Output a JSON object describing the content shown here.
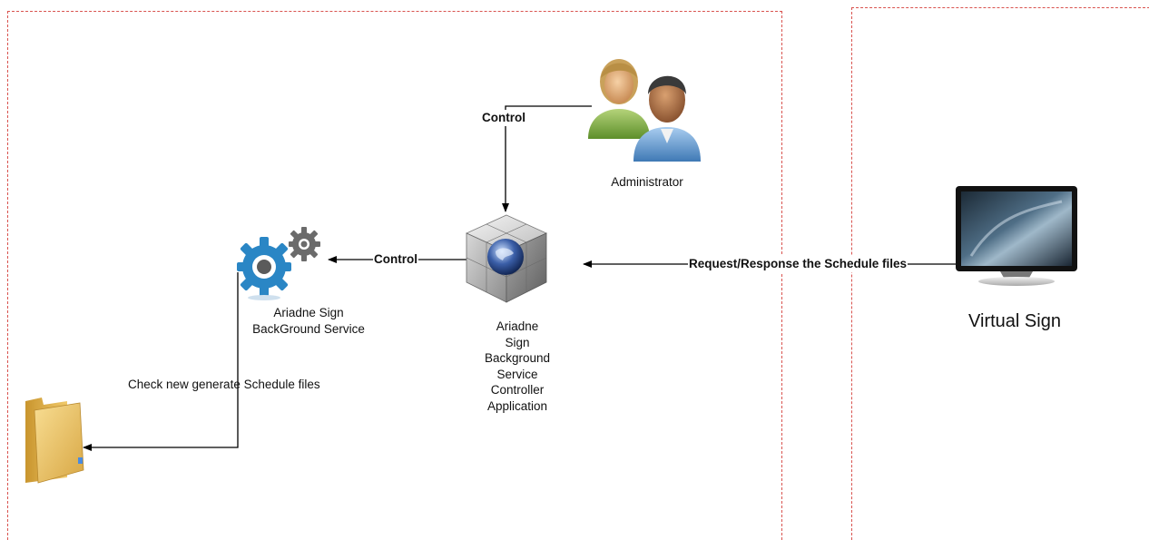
{
  "labels": {
    "administrator": "Administrator",
    "control_admin": "Control",
    "control_service": "Control",
    "service_line1": "Ariadne Sign",
    "service_line2": "BackGround Service",
    "controller_lines": [
      "Ariadne",
      "Sign",
      "Background",
      "Service",
      "Controller",
      "Application"
    ],
    "check_files": "Check new generate Schedule files",
    "request_response": "Request/Response the Schedule files",
    "virtual_sign": "Virtual Sign"
  },
  "icons": {
    "administrator": "users-icon",
    "controller": "cube-globe-icon",
    "service": "gears-icon",
    "folder": "folder-icon",
    "monitor": "monitor-icon"
  },
  "colors": {
    "zone_border": "#d9534f",
    "gear_blue": "#1f7fc0",
    "gear_gray": "#666666",
    "folder": "#e8b950"
  }
}
